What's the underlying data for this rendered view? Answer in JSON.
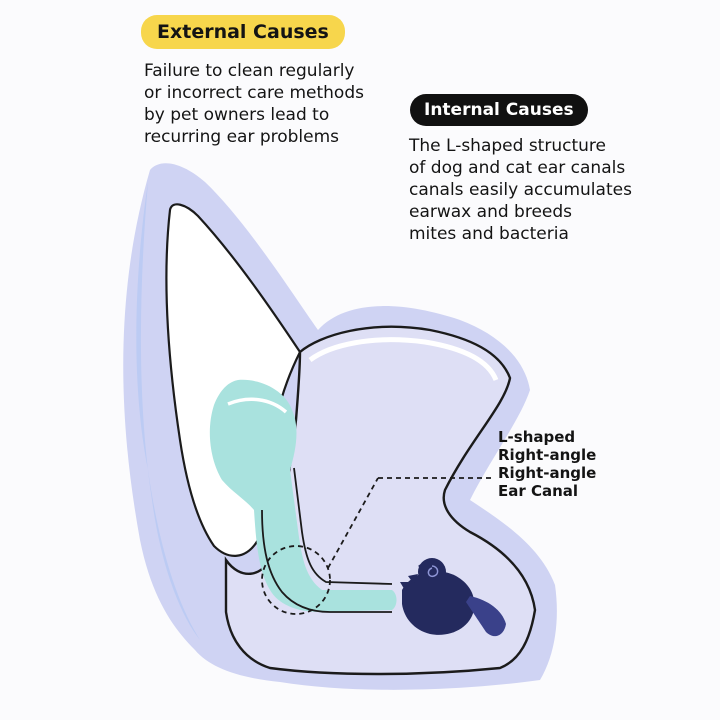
{
  "colors": {
    "badge_external": "#f7d64c",
    "badge_internal": "#111111",
    "ear_outer": "#cfd3f3",
    "ear_outline": "#1b1b1b",
    "canal_fill": "#a9e2de",
    "inner_ear_organ": "#242a5e",
    "pinna_inside": "#ffffff",
    "ear_band": "#c7d4f6"
  },
  "external": {
    "title": "External Causes",
    "lines": [
      "Failure to clean regularly",
      "or incorrect care methods",
      "by pet owners lead to",
      "recurring ear problems"
    ]
  },
  "internal": {
    "title": "Internal Causes",
    "lines": [
      "The L-shaped structure",
      "of dog and cat ear canals",
      "canals easily accumulates",
      "earwax and breeds",
      "mites and bacteria"
    ]
  },
  "canal_label": {
    "lines": [
      "L-shaped",
      "Right-angle",
      "Right-angle",
      "Ear Canal"
    ]
  },
  "icons": {
    "cochlea": "cochlea-spiral-icon",
    "magnifier": "dashed-circle-highlight"
  }
}
